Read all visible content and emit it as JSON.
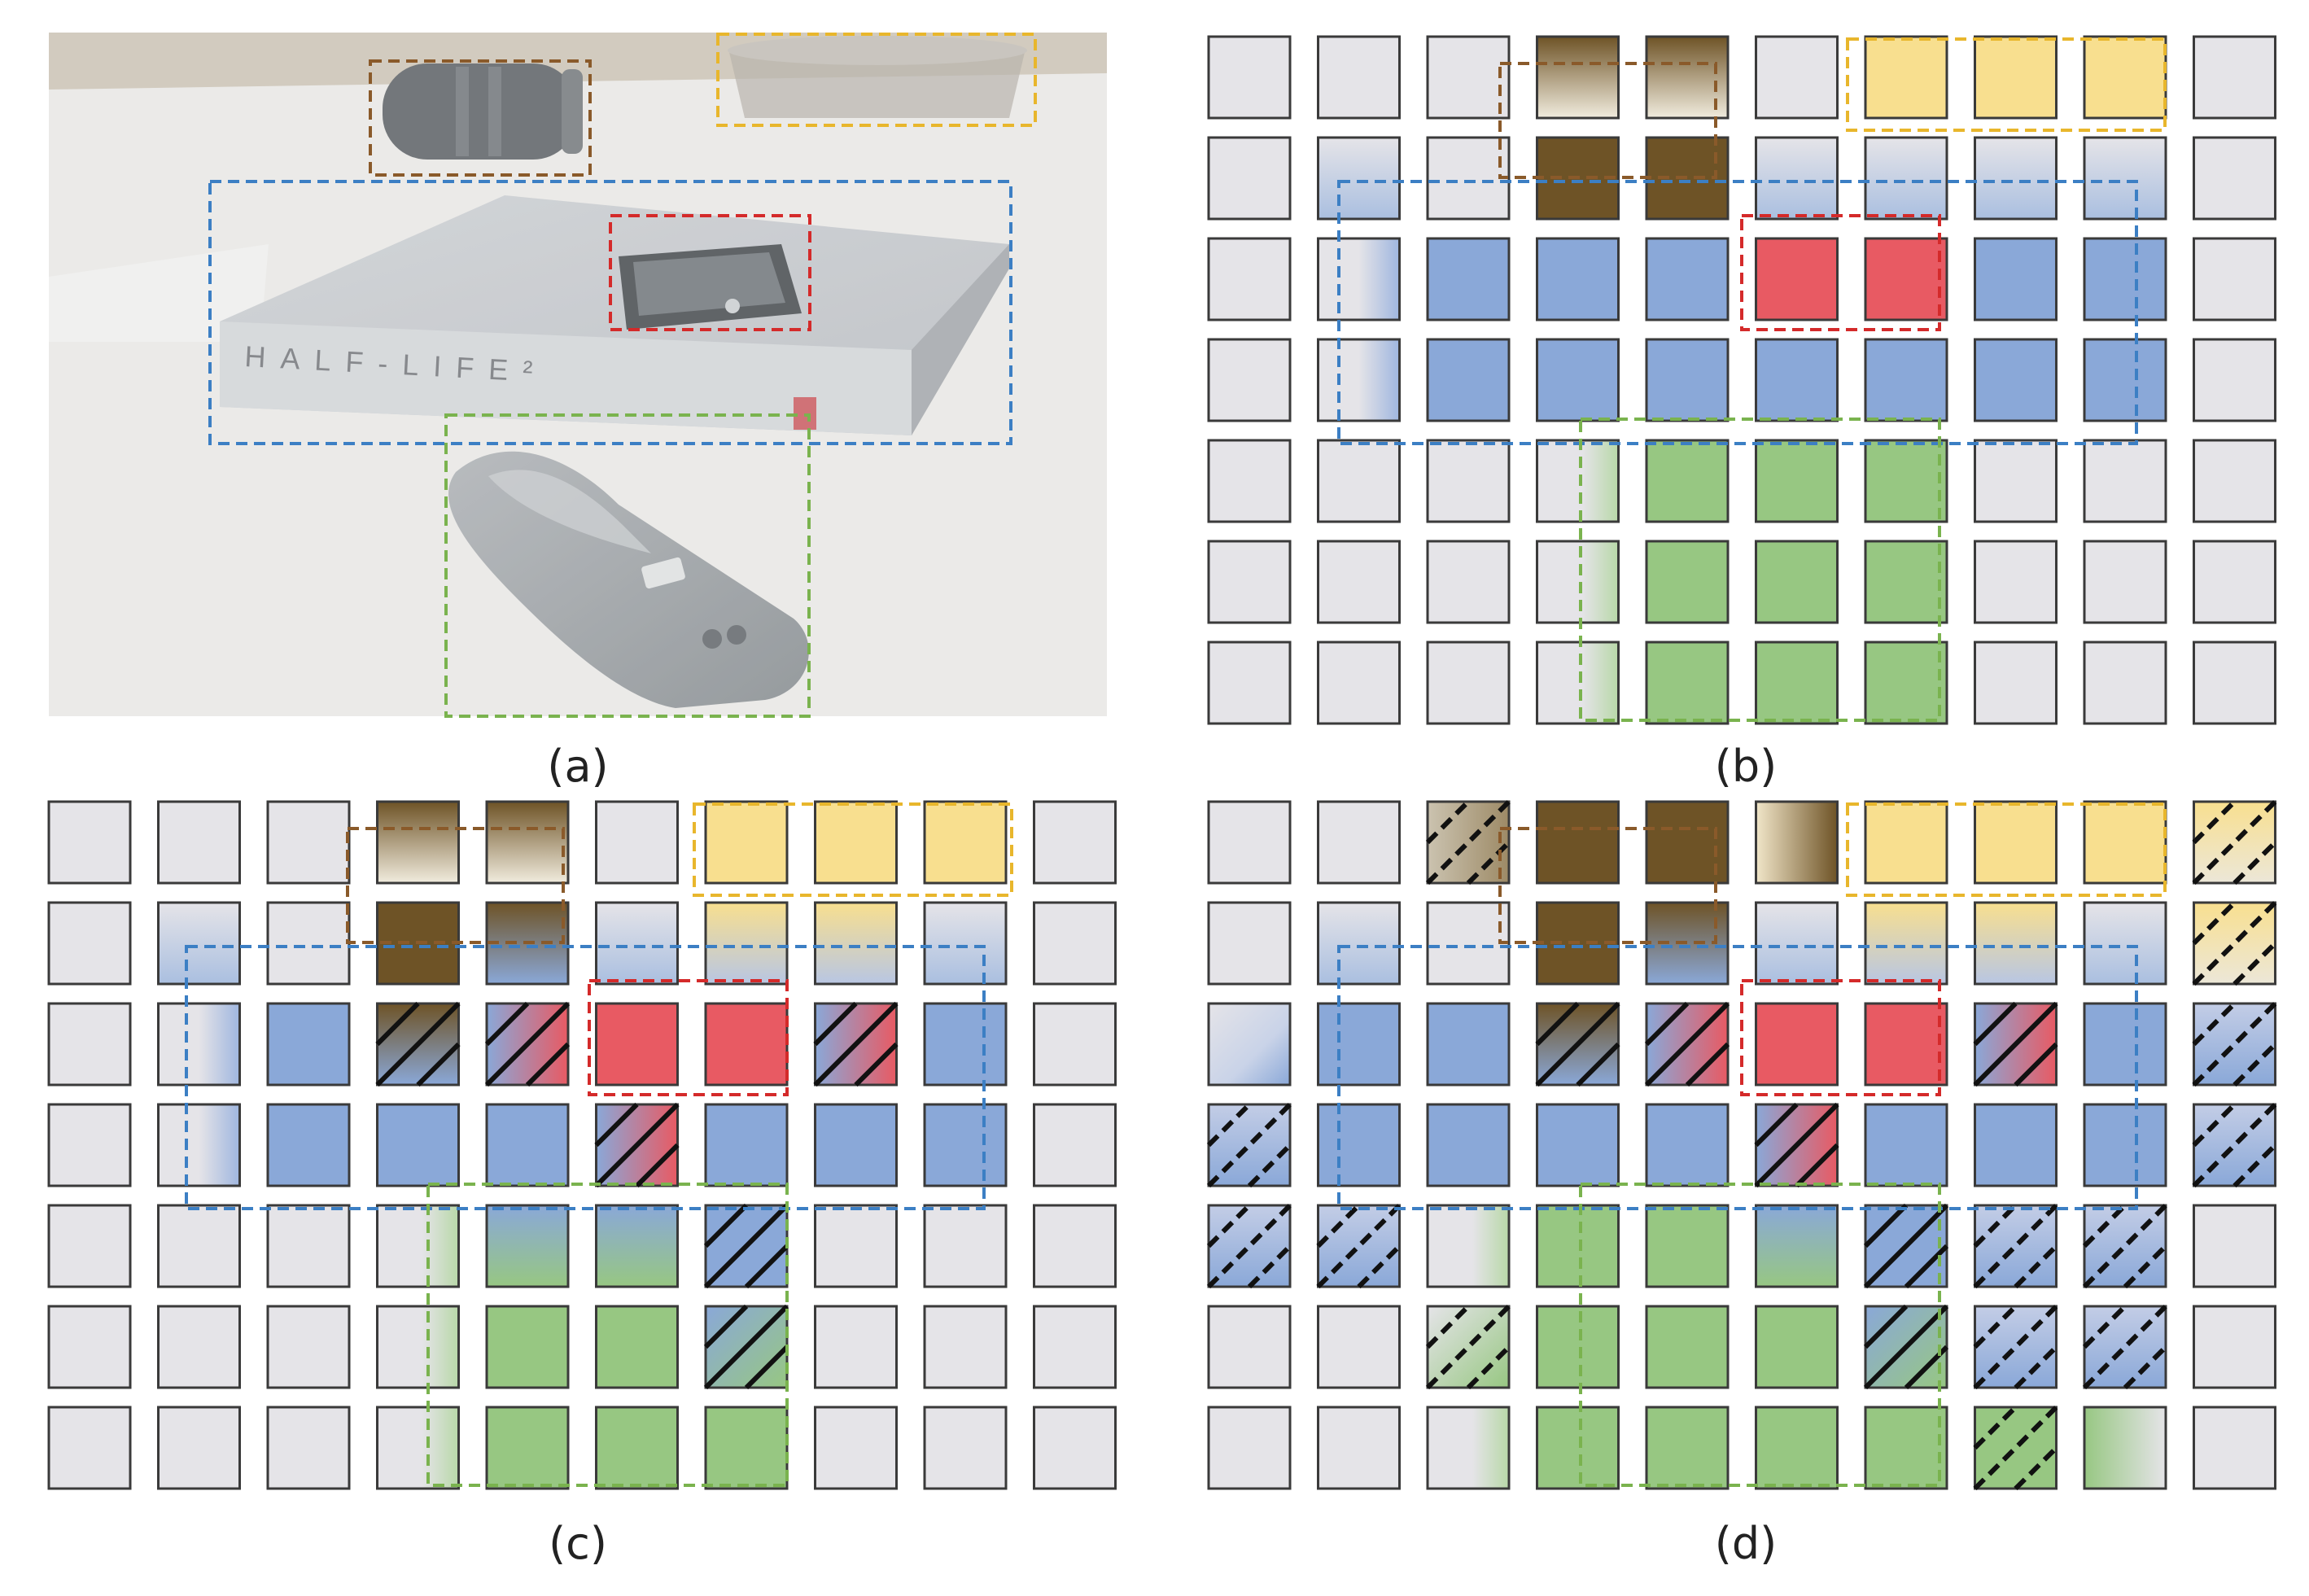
{
  "captions": {
    "a": "(a)",
    "b": "(b)",
    "c": "(c)",
    "d": "(d)"
  },
  "photo": {
    "book_spine_text": "HALF-LIFE²",
    "objects": [
      "lens",
      "cup",
      "book",
      "phone",
      "remote"
    ]
  },
  "colors": {
    "empty": "#e5e4e8",
    "blue": "#8aa8d8",
    "red": "#e85a63",
    "green": "#97c782",
    "brown": "#6e5326",
    "yellow": "#f8df8f",
    "cell_border": "#3a3a3a",
    "box_blue": "#3c7fc4",
    "box_red": "#d42a2a",
    "box_green": "#7ab34e",
    "box_brown": "#8a5a2a",
    "box_yellow": "#e8b62c"
  },
  "panels": {
    "b": [
      [
        "e",
        "e",
        "e",
        "BRt",
        "BRt",
        "e",
        "Y",
        "Y",
        "Y",
        "e"
      ],
      [
        "e",
        "Bt",
        "e",
        "BR",
        "BR",
        "Bt",
        "Bt",
        "Bt",
        "Bt",
        "e"
      ],
      [
        "e",
        "Bl",
        "B",
        "B",
        "B",
        "R",
        "R",
        "B",
        "B",
        "e"
      ],
      [
        "e",
        "Bl",
        "B",
        "B",
        "B",
        "B",
        "B",
        "B",
        "B",
        "e"
      ],
      [
        "e",
        "e",
        "e",
        "Gl",
        "G",
        "G",
        "G",
        "e",
        "e",
        "e"
      ],
      [
        "e",
        "e",
        "e",
        "Gl",
        "G",
        "G",
        "G",
        "e",
        "e",
        "e"
      ],
      [
        "e",
        "e",
        "e",
        "Gl",
        "G",
        "G",
        "G",
        "e",
        "e",
        "e"
      ]
    ],
    "c": [
      [
        "e",
        "e",
        "e",
        "BRt",
        "BRt",
        "e",
        "Y",
        "Y",
        "Y",
        "e"
      ],
      [
        "e",
        "Bt",
        "e",
        "BR",
        "BRm",
        "Bt",
        "Yt",
        "Yt",
        "Bt",
        "e"
      ],
      [
        "e",
        "Bl",
        "B",
        "BRBh",
        "BRh",
        "R",
        "R",
        "BRh",
        "B",
        "e"
      ],
      [
        "e",
        "Bl",
        "B",
        "B",
        "B",
        "BRh",
        "B",
        "B",
        "B",
        "e"
      ],
      [
        "e",
        "e",
        "e",
        "Gl",
        "BG",
        "BG",
        "Bh",
        "e",
        "e",
        "e"
      ],
      [
        "e",
        "e",
        "e",
        "Gl",
        "G",
        "G",
        "BGh",
        "e",
        "e",
        "e"
      ],
      [
        "e",
        "e",
        "e",
        "Gl",
        "G",
        "G",
        "G",
        "e",
        "e",
        "e"
      ]
    ],
    "d": [
      [
        "e",
        "e",
        "BRd",
        "BR",
        "BR",
        "BRr",
        "Y",
        "Y",
        "Y",
        "Yd"
      ],
      [
        "e",
        "Bt",
        "e",
        "BR",
        "BRm",
        "Bt",
        "Yt",
        "Yt",
        "Bt",
        "Yd2"
      ],
      [
        "Bc",
        "B",
        "B",
        "BRBh",
        "BRh",
        "R",
        "R",
        "BRh",
        "B",
        "Bd"
      ],
      [
        "Bd",
        "B",
        "B",
        "B",
        "B",
        "BRh",
        "B",
        "B",
        "B",
        "Bd"
      ],
      [
        "Bd",
        "Bd",
        "Gl",
        "G",
        "G",
        "BG",
        "Bh",
        "Bd",
        "Bd",
        "e"
      ],
      [
        "e",
        "e",
        "Gd",
        "G",
        "G",
        "G",
        "BGh",
        "Bd",
        "Bd",
        "e"
      ],
      [
        "e",
        "e",
        "Gl",
        "G",
        "G",
        "G",
        "G",
        "Gd2",
        "Gr",
        "e"
      ]
    ]
  }
}
